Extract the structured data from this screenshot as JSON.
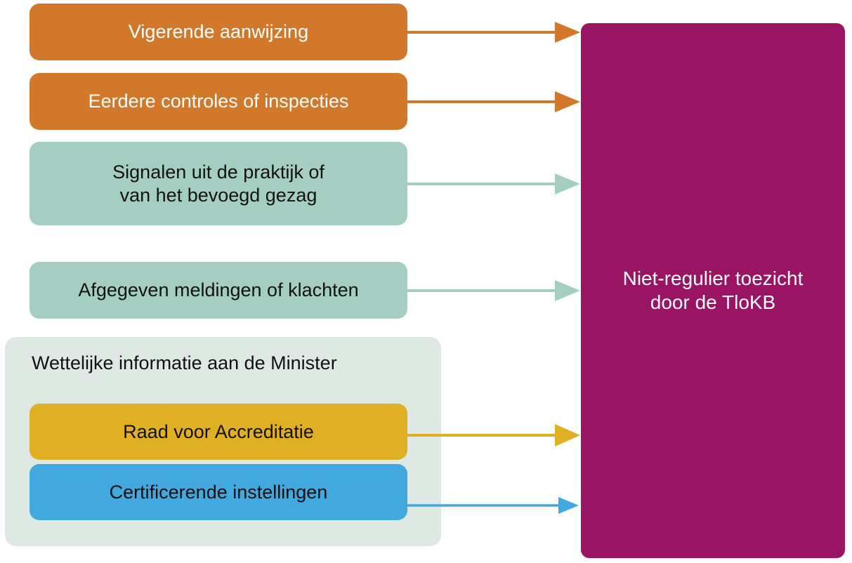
{
  "diagram": {
    "title_text": "Niet-regulier toezicht door de TloKB",
    "colors": {
      "orange": "#d2782b",
      "teal": "#a5cec2",
      "yellow": "#e0b024",
      "blue": "#42a8dd",
      "purple": "#9a1464",
      "group_background": "#dee9e4",
      "page_background": "#ffffff"
    }
  },
  "sources": [
    {
      "id": "vigerende",
      "label": "Vigerende aanwijzing",
      "color": "#d2782b"
    },
    {
      "id": "eerdere",
      "label": "Eerdere controles of inspecties",
      "color": "#d2782b"
    },
    {
      "id": "signalen",
      "label_line1": "Signalen uit de praktijk of",
      "label_line2": "van het bevoegd gezag",
      "color": "#a5cec2"
    },
    {
      "id": "afgegeven",
      "label": "Afgegeven meldingen of klachten",
      "color": "#a5cec2"
    }
  ],
  "group": {
    "title": "Wettelijke informatie aan de Minister",
    "items": [
      {
        "id": "raad",
        "label": "Raad voor Accreditatie",
        "color": "#e0b024"
      },
      {
        "id": "certificerende",
        "label": "Certificerende  instellingen",
        "color": "#42a8dd"
      }
    ]
  },
  "target": {
    "line1": "Niet-regulier toezicht",
    "line2": "door de TloKB",
    "color": "#9a1464"
  },
  "arrows": [
    {
      "id": "arrow-vigerende",
      "from": "vigerende",
      "to": "target",
      "color": "#d2782b",
      "icon": "arrow-right-icon"
    },
    {
      "id": "arrow-eerdere",
      "from": "eerdere",
      "to": "target",
      "color": "#d2782b",
      "icon": "arrow-right-icon"
    },
    {
      "id": "arrow-signalen",
      "from": "signalen",
      "to": "target",
      "color": "#a5cec2",
      "icon": "arrow-right-icon"
    },
    {
      "id": "arrow-afgegeven",
      "from": "afgegeven",
      "to": "target",
      "color": "#a5cec2",
      "icon": "arrow-right-icon"
    },
    {
      "id": "arrow-raad",
      "from": "raad",
      "to": "target",
      "color": "#e0b024",
      "icon": "arrow-right-icon"
    },
    {
      "id": "arrow-certificerende",
      "from": "certificerende",
      "to": "target",
      "color": "#42a8dd",
      "icon": "arrow-right-icon"
    }
  ]
}
